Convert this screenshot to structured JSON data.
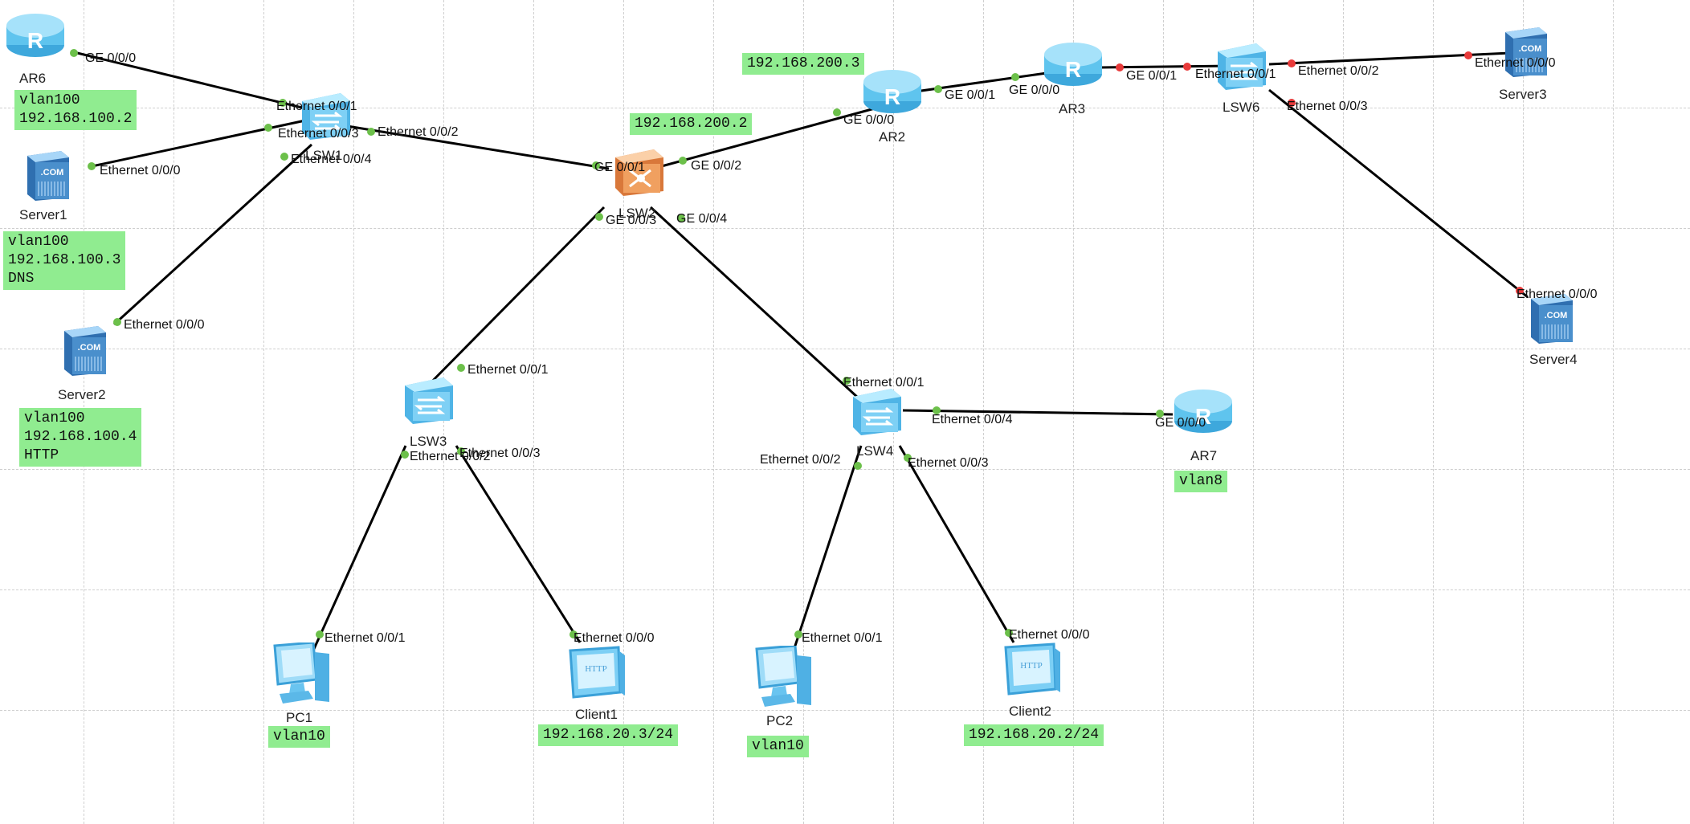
{
  "colors": {
    "router": "#5fc4ee",
    "switch": "#7ed0f5",
    "core_switch": "#f0a060",
    "server": "#4a8fcc",
    "pc": "#69c4f0",
    "port_up": "#6cc04a",
    "port_down": "#e83a3a",
    "note_bg": "#90ec90",
    "link": "#000000"
  },
  "devices": {
    "ar6": {
      "name": "AR6",
      "icon": "router-icon"
    },
    "ar2": {
      "name": "AR2",
      "icon": "router-icon"
    },
    "ar3": {
      "name": "AR3",
      "icon": "router-icon"
    },
    "ar7": {
      "name": "AR7",
      "icon": "router-icon"
    },
    "lsw1": {
      "name": "LSW1",
      "icon": "switch-icon"
    },
    "lsw2": {
      "name": "LSW2",
      "icon": "l3-switch-icon"
    },
    "lsw3": {
      "name": "LSW3",
      "icon": "switch-icon"
    },
    "lsw4": {
      "name": "LSW4",
      "icon": "switch-icon"
    },
    "lsw6": {
      "name": "LSW6",
      "icon": "switch-icon"
    },
    "server1": {
      "name": "Server1",
      "icon": "server-icon"
    },
    "server2": {
      "name": "Server2",
      "icon": "server-icon"
    },
    "server3": {
      "name": "Server3",
      "icon": "server-icon"
    },
    "server4": {
      "name": "Server4",
      "icon": "server-icon"
    },
    "pc1": {
      "name": "PC1",
      "icon": "pc-icon"
    },
    "pc2": {
      "name": "PC2",
      "icon": "pc-icon"
    },
    "client1": {
      "name": "Client1",
      "icon": "client-icon"
    },
    "client2": {
      "name": "Client2",
      "icon": "client-icon"
    }
  },
  "notes": {
    "ar6": "vlan100\n192.168.100.2",
    "server1": "vlan100\n192.168.100.3\nDNS",
    "server2": "vlan100\n192.168.100.4\nHTTP",
    "lsw2": "192.168.200.2",
    "ar2": "192.168.200.3",
    "ar7": "vlan8",
    "pc1": "vlan10",
    "client1": "192.168.20.3/24",
    "pc2": "vlan10",
    "client2": "192.168.20.2/24"
  },
  "links": [
    {
      "from": "AR6",
      "from_port": "GE 0/0/0",
      "to": "LSW1",
      "to_port": "Ethernet 0/0/1"
    },
    {
      "from": "Server1",
      "from_port": "Ethernet 0/0/0",
      "to": "LSW1",
      "to_port": "Ethernet 0/0/3"
    },
    {
      "from": "Server2",
      "from_port": "Ethernet 0/0/0",
      "to": "LSW1",
      "to_port": "Ethernet 0/0/4"
    },
    {
      "from": "LSW1",
      "from_port": "Ethernet 0/0/2",
      "to": "LSW2",
      "to_port": "GE 0/0/1"
    },
    {
      "from": "LSW2",
      "from_port": "GE 0/0/2",
      "to": "AR2",
      "to_port": "GE 0/0/0"
    },
    {
      "from": "AR2",
      "from_port": "GE 0/0/1",
      "to": "AR3",
      "to_port": "GE 0/0/0"
    },
    {
      "from": "AR3",
      "from_port": "GE 0/0/1",
      "to": "LSW6",
      "to_port": "Ethernet 0/0/1"
    },
    {
      "from": "LSW6",
      "from_port": "Ethernet 0/0/2",
      "to": "Server3",
      "to_port": "Ethernet 0/0/0"
    },
    {
      "from": "LSW6",
      "from_port": "Ethernet 0/0/3",
      "to": "Server4",
      "to_port": "Ethernet 0/0/0"
    },
    {
      "from": "LSW2",
      "from_port": "GE 0/0/3",
      "to": "LSW3",
      "to_port": "Ethernet 0/0/1"
    },
    {
      "from": "LSW2",
      "from_port": "GE 0/0/4",
      "to": "LSW4",
      "to_port": "Ethernet 0/0/1"
    },
    {
      "from": "LSW3",
      "from_port": "Ethernet 0/0/2",
      "to": "PC1",
      "to_port": "Ethernet 0/0/1"
    },
    {
      "from": "LSW3",
      "from_port": "Ethernet 0/0/3",
      "to": "Client1",
      "to_port": "Ethernet 0/0/0"
    },
    {
      "from": "LSW4",
      "from_port": "Ethernet 0/0/2",
      "to": "PC2",
      "to_port": "Ethernet 0/0/1"
    },
    {
      "from": "LSW4",
      "from_port": "Ethernet 0/0/3",
      "to": "Client2",
      "to_port": "Ethernet 0/0/0"
    },
    {
      "from": "LSW4",
      "from_port": "Ethernet 0/0/4",
      "to": "AR7",
      "to_port": "GE 0/0/0"
    }
  ]
}
